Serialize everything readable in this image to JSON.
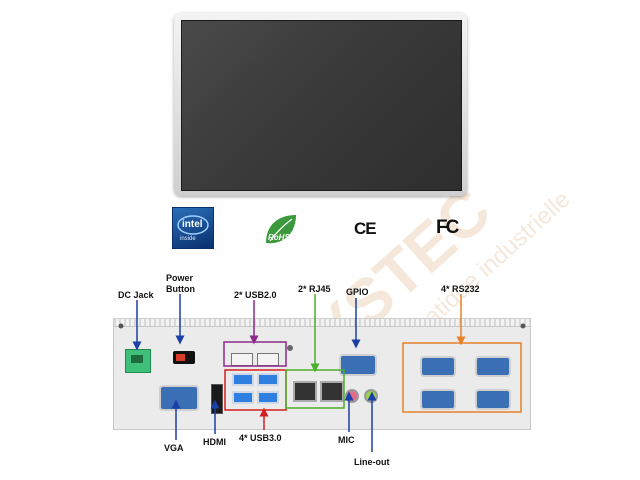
{
  "logos": {
    "intel": {
      "brand": "intel",
      "tagline": "inside"
    },
    "rohs": "RoHS",
    "ce": "CE",
    "fc": "FC"
  },
  "watermark": "SYSTEC · informatique industrielle",
  "callouts": {
    "dc_jack": "DC Jack",
    "power_button_line1": "Power",
    "power_button_line2": "Button",
    "usb2": "2* USB2.0",
    "rj45": "2* RJ45",
    "gpio": "GPIO",
    "rs232": "4* RS232",
    "vga": "VGA",
    "hdmi": "HDMI",
    "usb3": "4* USB3.0",
    "mic": "MIC",
    "line_out": "Line-out"
  },
  "colors": {
    "blue_arrow": "#1a3fa6",
    "usb2_box": "#8b2a8b",
    "rj45_box": "#4caf2a",
    "rs232_box": "#e8822a",
    "usb3_box": "#d42020",
    "dc_jack_green": "#3fbf7a",
    "port_blue": "#3a6fb5"
  }
}
